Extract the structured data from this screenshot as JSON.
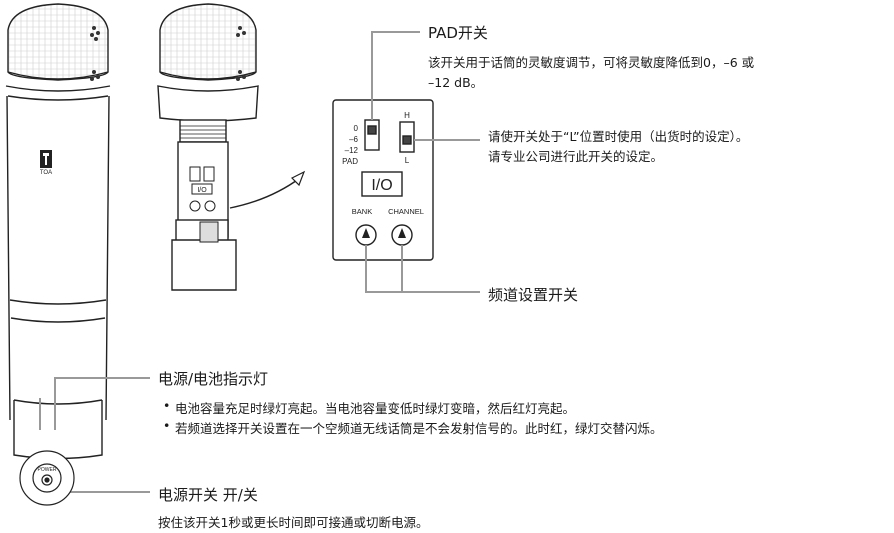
{
  "pad": {
    "title": "PAD开关",
    "desc_line1": "该开关用于话筒的灵敏度调节，可将灵敏度降低到0，–6 或",
    "desc_line2": "–12 dB。",
    "labels": [
      "0",
      "–6",
      "–12",
      "PAD"
    ]
  },
  "hl_switch": {
    "line1": "请使开关处于“L”位置时使用（出货时的设定）。",
    "line2": "请专业公司进行此开关的设定。",
    "label_h": "H",
    "label_l": "L"
  },
  "io_label": "I/O",
  "bank_label": "BANK",
  "channel_label": "CHANNEL",
  "channel_switch": "频道设置开关",
  "power_led": {
    "title": "电源/电池指示灯",
    "bullet1": "电池容量充足时绿灯亮起。当电池容量变低时绿灯变暗，然后红灯亮起。",
    "bullet2": "若频道选择开关设置在一个空频道无线话筒是不会发射信号的。此时红，绿灯交替闪烁。"
  },
  "power_switch": {
    "title": "电源开关 开/关",
    "desc": "按住该开关1秒或更长时间即可接通或切断电源。",
    "button_label": "POWER"
  },
  "logo_text": "TOA"
}
